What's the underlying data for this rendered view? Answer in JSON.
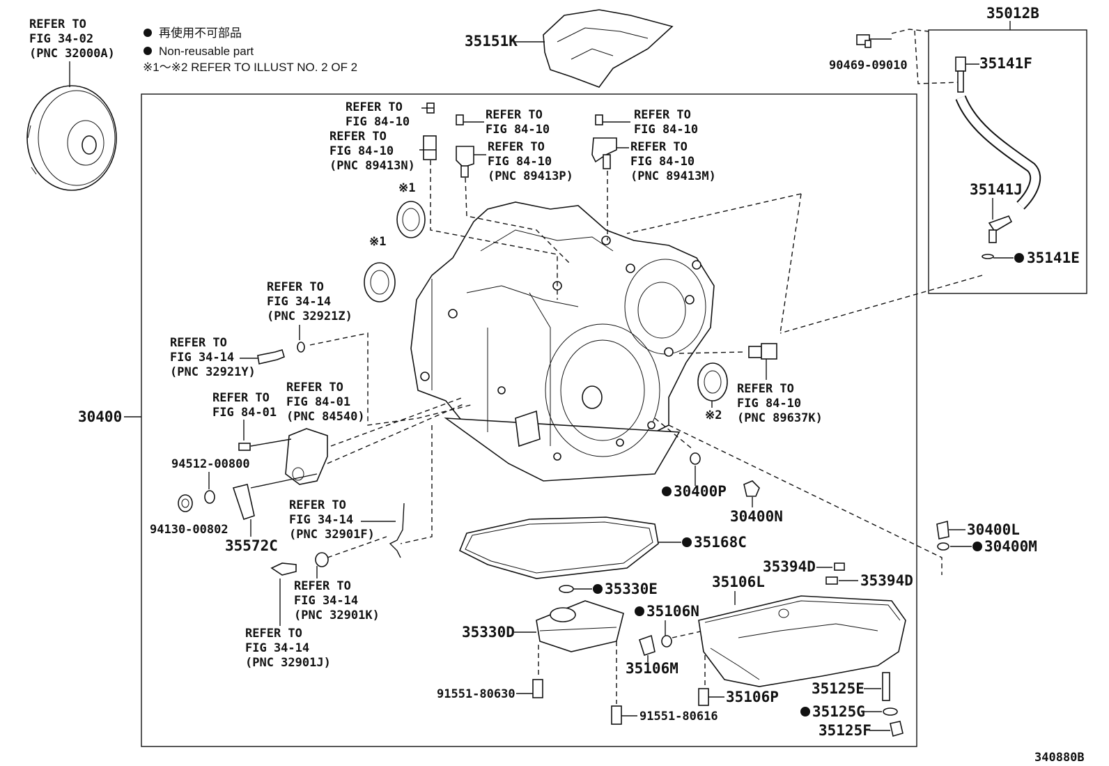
{
  "legend": {
    "line1": "再使用不可部品",
    "line2": "Non-reusable part",
    "line3": "※1～※2 REFER TO ILLUST NO. 2 OF 2"
  },
  "illustration_id": "340880B",
  "refs": {
    "tc_1": "REFER TO",
    "tc_2": "FIG 34-02",
    "tc_3": "(PNC 32000A)",
    "b1_1": "REFER TO",
    "b1_2": "FIG 84-10",
    "s1_1": "REFER TO",
    "s1_2": "FIG 84-10",
    "s1_3": "(PNC 89413N)",
    "b2_1": "REFER TO",
    "b2_2": "FIG 84-10",
    "s2_1": "REFER TO",
    "s2_2": "FIG 84-10",
    "s2_3": "(PNC 89413P)",
    "b3_1": "REFER TO",
    "b3_2": "FIG 84-10",
    "s3_1": "REFER TO",
    "s3_2": "FIG 84-10",
    "s3_3": "(PNC 89413M)",
    "z_1": "REFER TO",
    "z_2": "FIG 34-14",
    "z_3": "(PNC 32921Z)",
    "y_1": "REFER TO",
    "y_2": "FIG 34-14",
    "y_3": "(PNC 32921Y)",
    "sw_1": "REFER TO",
    "sw_2": "FIG 84-01",
    "sw_3": "(PNC 84540)",
    "swb_1": "REFER TO",
    "swb_2": "FIG 84-01",
    "sp_1": "REFER TO",
    "sp_2": "FIG 84-10",
    "sp_3": "(PNC 89637K)",
    "f_1": "REFER TO",
    "f_2": "FIG 34-14",
    "f_3": "(PNC 32901F)",
    "k_1": "REFER TO",
    "k_2": "FIG 34-14",
    "k_3": "(PNC 32901K)",
    "j_1": "REFER TO",
    "j_2": "FIG 34-14",
    "j_3": "(PNC 32901J)"
  },
  "notes": {
    "n1a": "※1",
    "n1b": "※1",
    "n2": "※2"
  },
  "parts": {
    "p35151K": "35151K",
    "p35012B": "35012B",
    "p90469": "90469-09010",
    "p35141F": "35141F",
    "p35141J": "35141J",
    "p35141E": "35141E",
    "p30400": "30400",
    "p94512": "94512-00800",
    "p94130": "94130-00802",
    "p35572C": "35572C",
    "p30400P": "30400P",
    "p30400N": "30400N",
    "p30400L": "30400L",
    "p30400M": "30400M",
    "p35168C": "35168C",
    "p35394Da": "35394D",
    "p35394Db": "35394D",
    "p35106L": "35106L",
    "p35330E": "35330E",
    "p35106N": "35106N",
    "p35330D": "35330D",
    "p35106M": "35106M",
    "p91551_630": "91551-80630",
    "p35106P": "35106P",
    "p35125E": "35125E",
    "p35125G": "35125G",
    "p91551_616": "91551-80616",
    "p35125F": "35125F"
  }
}
